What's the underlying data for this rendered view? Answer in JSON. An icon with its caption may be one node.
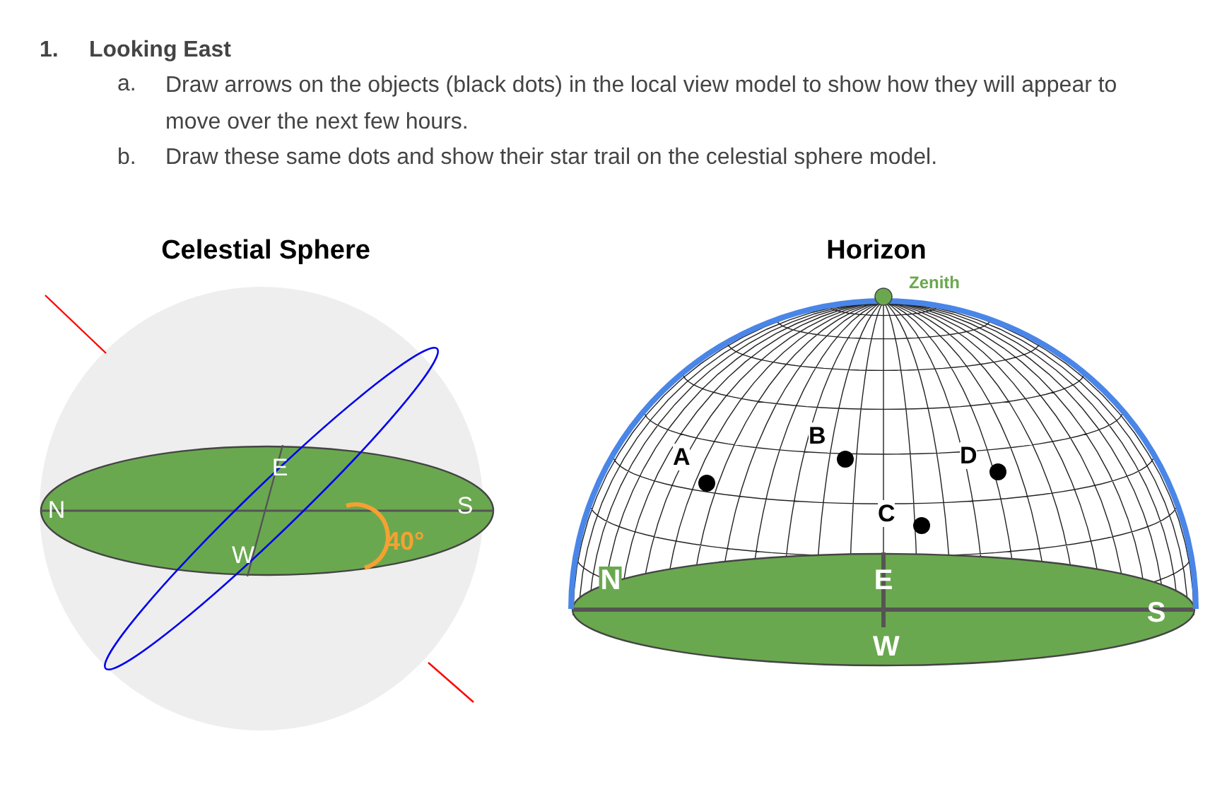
{
  "diagram": {
    "title": "Looking East",
    "nodes": [
      {
        "text": [
          "N",
          "E",
          "W",
          "S"
        ]
      },
      {
        "text": [
          "N",
          "E",
          "W",
          "S"
        ]
      }
    ],
    "edges": [],
    "labels": [
      "1.",
      "a.",
      "Draw arrows on the objects (black dots) in the local view model to show how they will appear to move over the next few hours.",
      "b.",
      "Draw these same dots and show their star trail on the celestial sphere model.",
      "Celestial Sphere",
      "40°",
      "Horizon",
      "Zenith",
      "A",
      "B",
      "C",
      "D"
    ]
  }
}
